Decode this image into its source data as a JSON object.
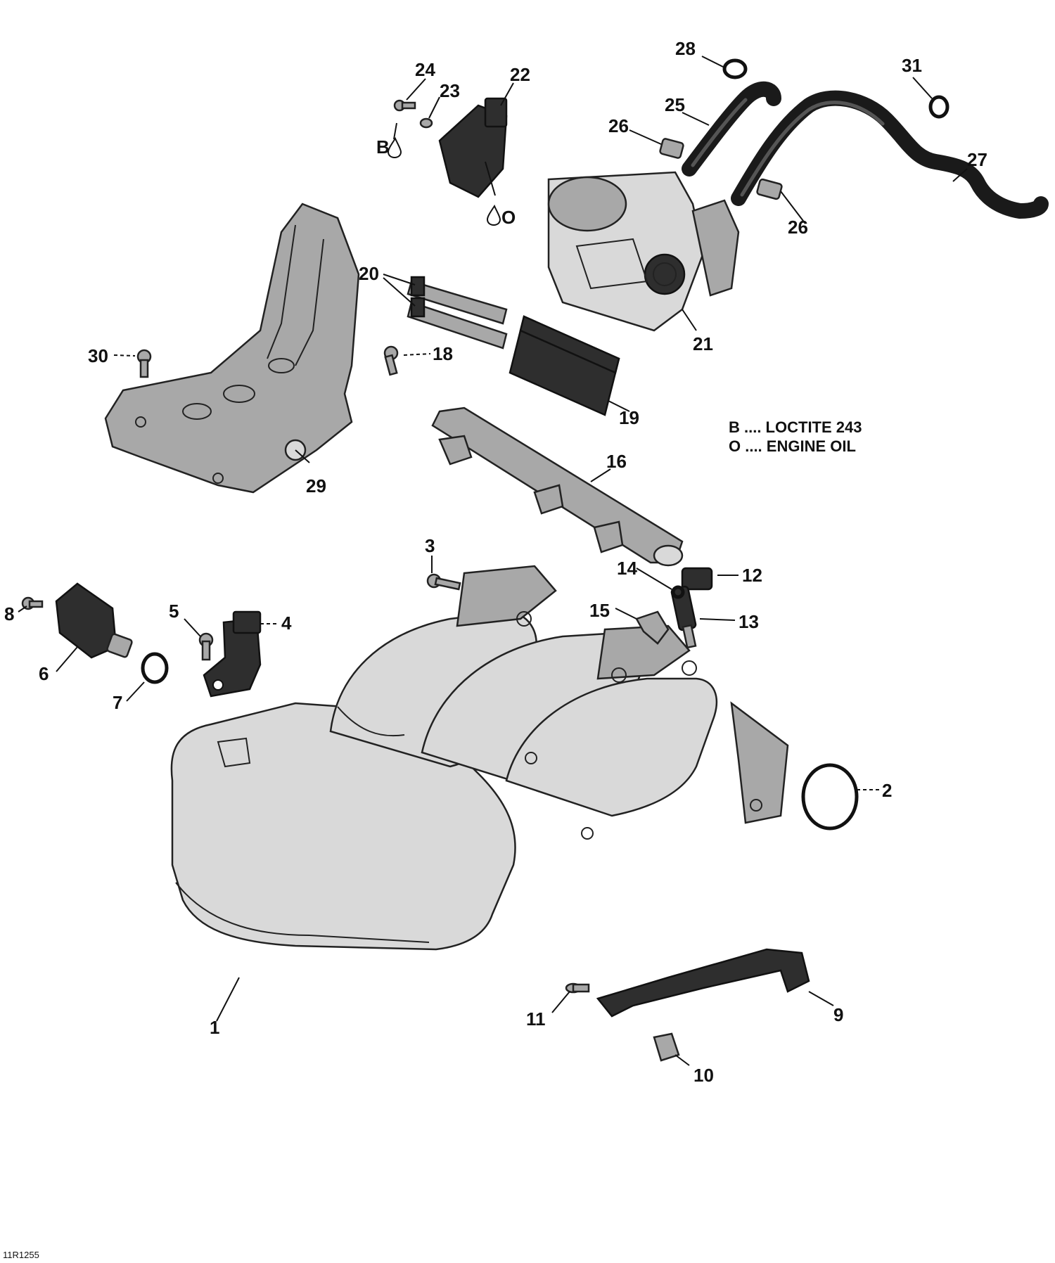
{
  "diagram": {
    "reference_code": "11R1255",
    "legend": [
      {
        "code": "B",
        "text": "B .... LOCTITE 243"
      },
      {
        "code": "O",
        "text": "O .... ENGINE OIL"
      }
    ],
    "marks": {
      "b_mark": "B",
      "o_mark": "O"
    },
    "callouts": {
      "c1": "1",
      "c2": "2",
      "c3": "3",
      "c4": "4",
      "c5": "5",
      "c6": "6",
      "c7": "7",
      "c8": "8",
      "c9": "9",
      "c10": "10",
      "c11": "11",
      "c12": "12",
      "c13": "13",
      "c14": "14",
      "c15": "15",
      "c16": "16",
      "c18": "18",
      "c19": "19",
      "c20": "20",
      "c21": "21",
      "c22": "22",
      "c23": "23",
      "c24": "24",
      "c25": "25",
      "c26a": "26",
      "c26b": "26",
      "c27": "27",
      "c28": "28",
      "c29": "29",
      "c30": "30",
      "c31": "31"
    }
  }
}
